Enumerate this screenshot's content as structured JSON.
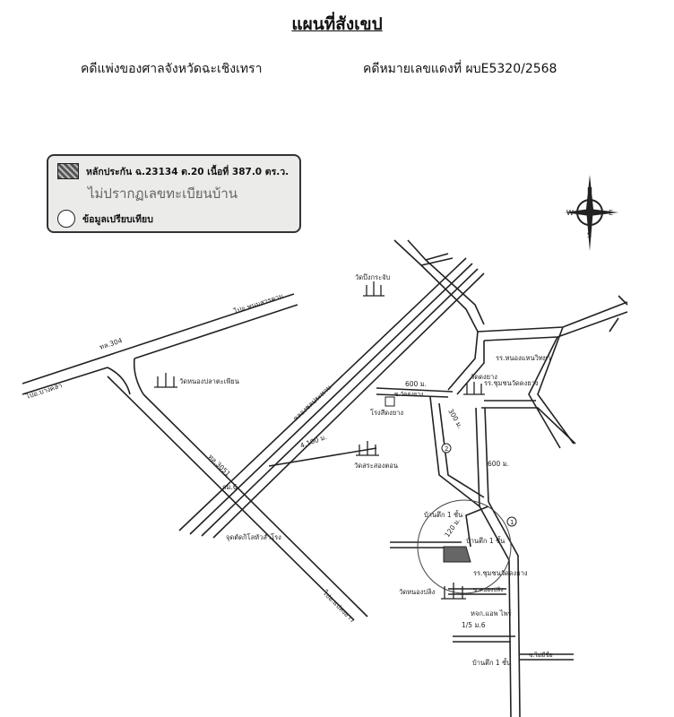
{
  "header": {
    "title": "แผนที่สังเขป",
    "court": "คดีแพ่งของศาลจังหวัดฉะเชิงเทรา",
    "case_no": "คดีหมายเลขแดงที่ ผบE5320/2568"
  },
  "legend": {
    "collateral": "หลักประกัน ฉ.23134 ต.20 เนื้อที่ 387.0 ตร.ว.",
    "no_house_no": "ไม่ปรากฏเลขทะเบียนบ้าน",
    "comparison": "ข้อมูลเปรียบเทียบ"
  },
  "compass": {
    "n": "N",
    "e": "E",
    "s": "S",
    "w": "W"
  },
  "map": {
    "to_phanom": "ไปอ.พนมสารคาม",
    "hwy304": "ทล.304",
    "to_bangkhla": "ไปอ.บางคล้า",
    "wat_nongpla": "วัดหนองปลาตะเพียน",
    "hwy3051": "ทล.3051",
    "km6": "กม.6",
    "junction": "จุดตัดกิโลหัวสำโรง",
    "to_plaengyao": "ไปอ.แปลงยาว",
    "wat_bueng": "วัดบึงกระจับ",
    "canal": "คลองชลประทาน",
    "dist_4100": "4,100 ม.",
    "wat_sasong": "วัดสระสองตอน",
    "dist_600a": "600 ม.",
    "soi_dongyang": "ซ.วัดดงยาง",
    "rice_mill": "โรงสีดงยาง",
    "dist_300": "300 ม.",
    "dist_600b": "600 ม.",
    "wat_dongyang": "วัดดงยาง",
    "school1": "รร.หนองแหนวิทยา",
    "school2": "รร.ชุมชนวัดดงยาง",
    "house1": "บ้านตึก 1 ชั้น",
    "dist_120": "120 ม.",
    "house2": "บ้านตึก 1 ชั้น",
    "house3": "รร.ชุมชนวัดดงยาง",
    "wat_nongpling": "วัดหนองปลิง",
    "soi_nongpling": "ซ.หนองปลิง",
    "company": "หจก.แอพ ไพร์",
    "addr": "1/5 ม.6",
    "house4": "บ้านตึก 1 ชั้น",
    "soi_noname": "ซ.ไม่มีชื่อ",
    "road1": "1",
    "road2": "2"
  }
}
